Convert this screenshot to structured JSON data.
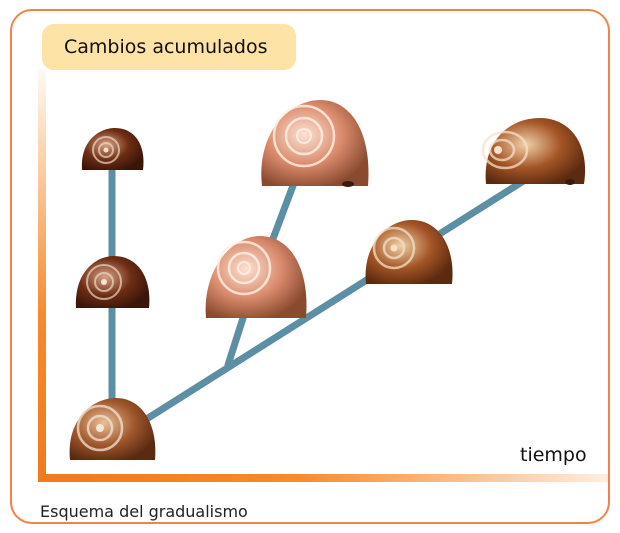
{
  "title": "Cambios acumulados",
  "axis_label": "tiempo",
  "caption": "Esquema del gradualismo",
  "colors": {
    "frame": "#f0834a",
    "title_bg": "#fde3a6",
    "axis": "#f68a2d",
    "branch": "#5c8ea4"
  },
  "snails": [
    {
      "name": "snail-root",
      "color": "#a0572c"
    },
    {
      "name": "snail-left-middle",
      "color": "#6e2d14"
    },
    {
      "name": "snail-left-top",
      "color": "#5a2514"
    },
    {
      "name": "snail-center-middle",
      "color": "#d98a6c"
    },
    {
      "name": "snail-center-top",
      "color": "#d7876a"
    },
    {
      "name": "snail-right-middle",
      "color": "#a45526"
    },
    {
      "name": "snail-right-top",
      "color": "#9a4a22"
    }
  ]
}
